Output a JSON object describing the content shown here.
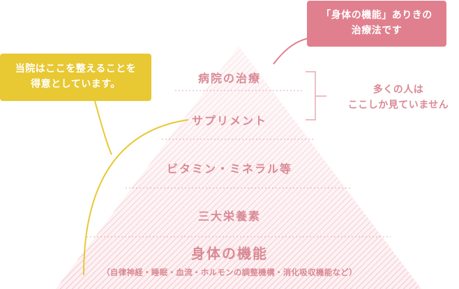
{
  "pyramid": {
    "layers": [
      {
        "label": "病院の治療"
      },
      {
        "label": "サプリメント"
      },
      {
        "label": "ビタミン・ミネラル等"
      },
      {
        "label": "三大栄養素"
      },
      {
        "label": "身体の機能",
        "sub": "（自律神経・睡眠・血流・ホルモンの調整機構・消化吸収機能など）"
      }
    ]
  },
  "callouts": {
    "top_right": {
      "line1": "「身体の機能」ありきの",
      "line2": "治療法です"
    },
    "left": {
      "line1": "当院はここを整えることを",
      "line2": "得意としています。"
    }
  },
  "note": {
    "line1": "多くの人は",
    "line2": "ここしか見ていません"
  },
  "colors": {
    "pink_box": "#e0808e",
    "yellow_box": "#e8c833",
    "label": "#d98a95",
    "stripe": "#f5c9d0"
  }
}
